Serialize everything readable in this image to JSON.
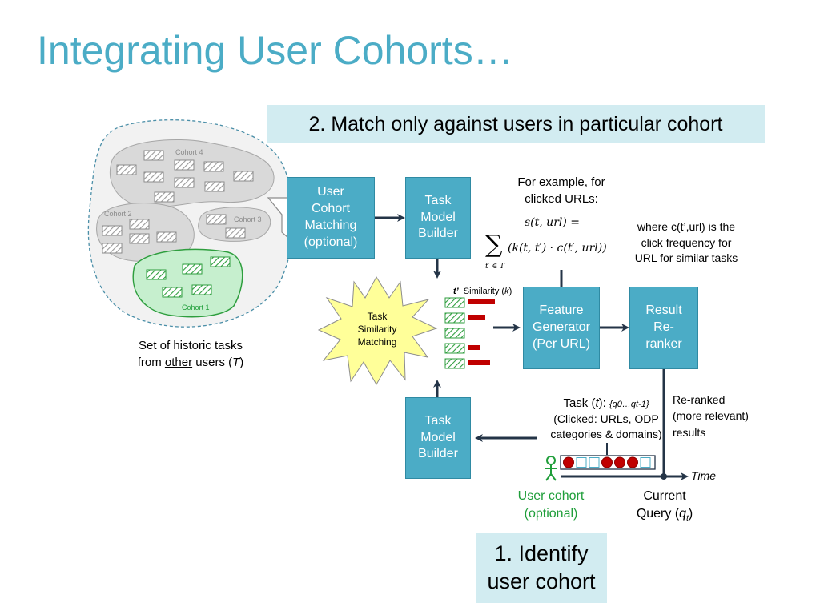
{
  "title": "Integrating User Cohorts…",
  "step2_banner": "2. Match only against users in particular cohort",
  "step1_banner": [
    "1. Identify",
    "user cohort"
  ],
  "cohorts": {
    "c1": "Cohort 1",
    "c2": "Cohort 2",
    "c3": "Cohort 3",
    "c4": "Cohort 4"
  },
  "historic_caption": {
    "line1": "Set of historic tasks",
    "line2_pre": "from ",
    "line2_under": "other",
    "line2_post": " users (",
    "line2_sym": "T",
    "line2_end": ")"
  },
  "boxes": {
    "user_cohort_matching": [
      "User",
      "Cohort",
      "Matching",
      "(optional)"
    ],
    "task_model_builder_top": [
      "Task",
      "Model",
      "Builder"
    ],
    "task_model_builder_bottom": [
      "Task",
      "Model",
      "Builder"
    ],
    "feature_generator": [
      "Feature",
      "Generator",
      "(Per URL)"
    ],
    "result_reranker": [
      "Result",
      "Re-",
      "ranker"
    ]
  },
  "starburst": [
    "Task",
    "Similarity",
    "Matching"
  ],
  "example": {
    "line1": "For example, for",
    "line2": "clicked URLs:"
  },
  "formula": {
    "lhs": "s(t, url) =",
    "sum_sub": "t′ ∈ T",
    "rhs": "(k(t, t′) · c(t′, url))"
  },
  "explain": [
    "where c(t’,url) is the",
    "click frequency for",
    "URL for similar tasks"
  ],
  "similarity_label": {
    "tprime": "t’",
    "text": "Similarity (",
    "k": "k",
    "close": ")"
  },
  "task_label": {
    "line1_pre": "Task (",
    "t": "t",
    "line1_post": "): ",
    "set": "{q0…qt-1}",
    "line2": "(Clicked: URLs, ODP",
    "line3": "categories & domains)"
  },
  "reranked": [
    "Re-ranked",
    "(more relevant)",
    "results"
  ],
  "time_label": "Time",
  "current_query": {
    "line1": "Current",
    "line2": "Query (",
    "q": "q",
    "sub": "t",
    "close": ")"
  },
  "user_cohort_optional": [
    "User cohort",
    "(optional)"
  ],
  "colors": {
    "accent": "#4bacc6",
    "banner": "#d2ecf1",
    "green": "#1f9e3a",
    "red": "#c00000"
  },
  "similarity_bars": [
    0.55,
    0.35,
    0.0,
    0.25,
    0.45
  ],
  "query_sequence": [
    "red",
    "empty",
    "empty",
    "red",
    "red",
    "red",
    "empty"
  ]
}
